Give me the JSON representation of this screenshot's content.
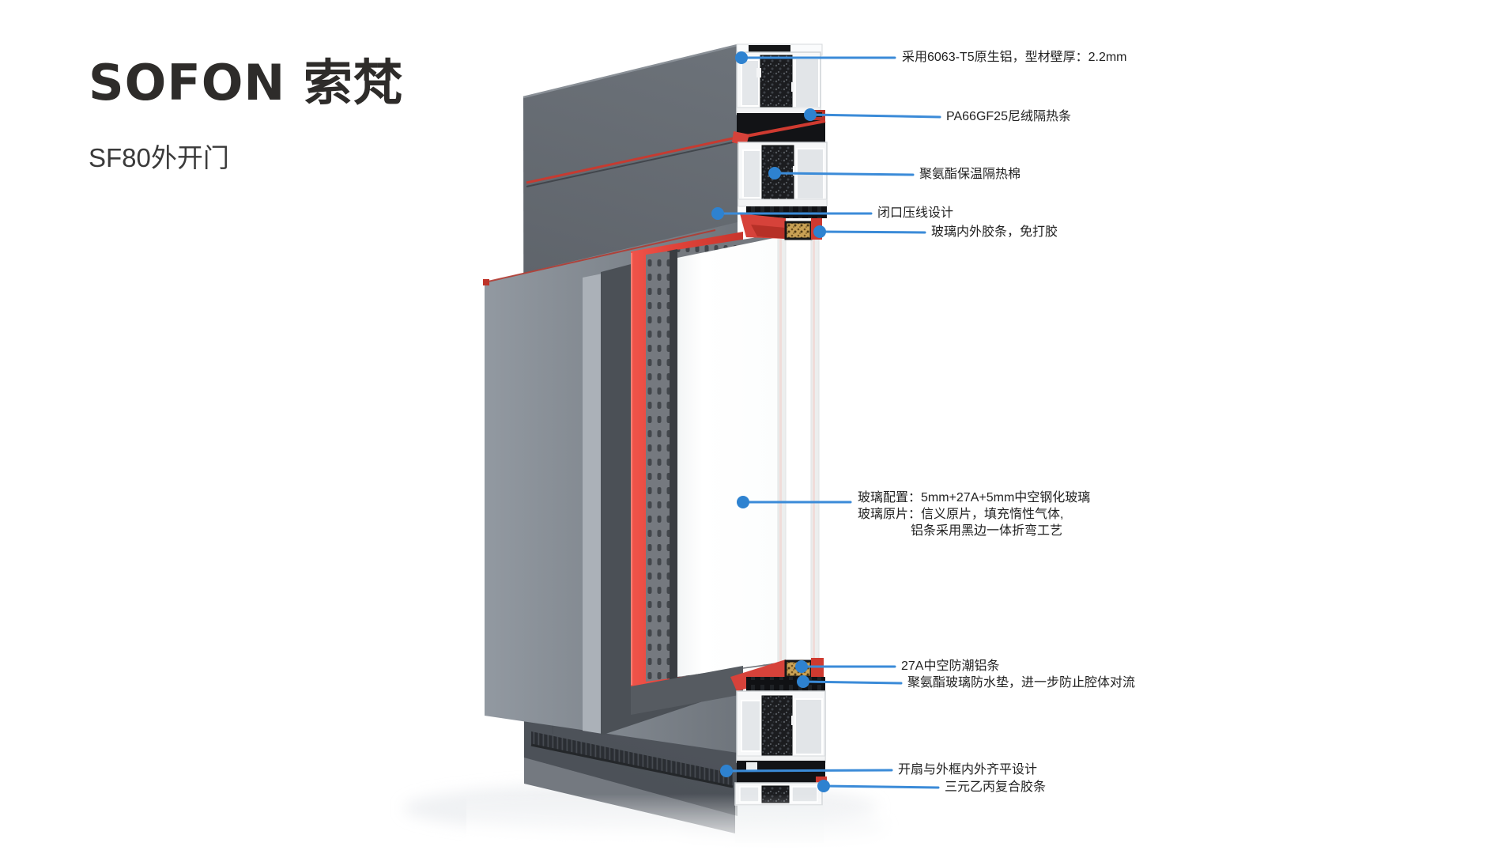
{
  "brand": {
    "logo": "SOFON 索梵",
    "product": "SF80外开门"
  },
  "callouts": [
    {
      "id": "material",
      "label": "采用6063-T5原生铝，型材壁厚：2.2mm"
    },
    {
      "id": "thermal-strip",
      "label": "PA66GF25尼绒隔热条"
    },
    {
      "id": "foam",
      "label": "聚氨酯保温隔热棉"
    },
    {
      "id": "closed-bead",
      "label": "闭口压线设计"
    },
    {
      "id": "glass-gasket",
      "label": "玻璃内外胶条，免打胶"
    },
    {
      "id": "glass-config",
      "lines": [
        "玻璃配置：5mm+27A+5mm中空钢化玻璃",
        "玻璃原片：信义原片，填充惰性气体,",
        "铝条采用黑边一体折弯工艺"
      ]
    },
    {
      "id": "spacer",
      "label": "27A中空防潮铝条"
    },
    {
      "id": "waterproof-pad",
      "label": "聚氨酯玻璃防水垫，进一步防止腔体对流"
    },
    {
      "id": "flush-design",
      "label": "开扇与外框内外齐平设计"
    },
    {
      "id": "epdm",
      "label": "三元乙丙复合胶条"
    }
  ],
  "colors": {
    "accent_blue": "#2e82d0",
    "leader_blue": "#3b8bd8",
    "gasket_red": "#d6423a",
    "frame_gray": "#5c6167",
    "spacer_gold": "#c9a155",
    "aluminum_white": "#f7f8f9",
    "text_dark": "#222222"
  }
}
